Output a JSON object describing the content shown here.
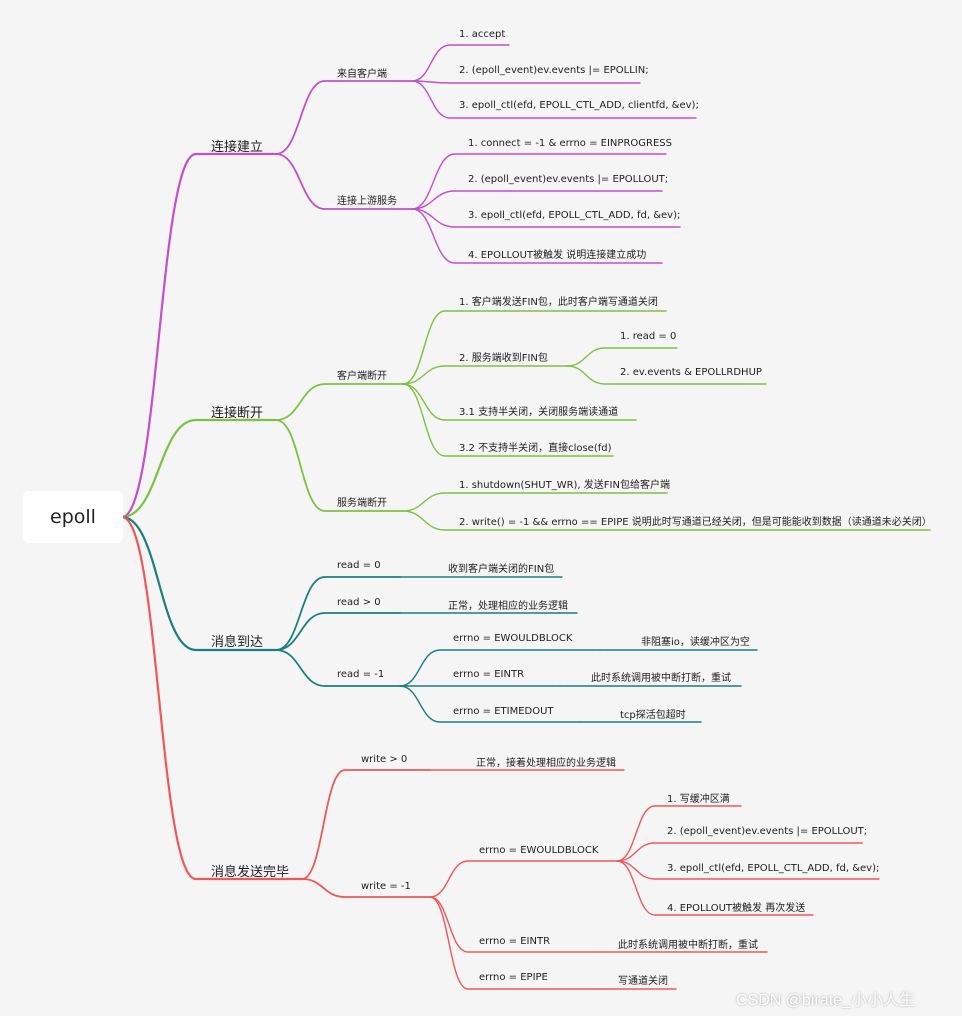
{
  "colors": {
    "background": "#f5f5f5",
    "connect_branch": "#c44fcc",
    "disconnect_branch": "#7cc242",
    "message_arrive_branch": "#1a7f7d",
    "send_complete_branch": "#f25757"
  },
  "root": {
    "label": "epoll"
  },
  "connect": {
    "label": "连接建立",
    "from_client": {
      "label": "来自客户端",
      "items": [
        "1. accept",
        "2. (epoll_event)ev.events |= EPOLLIN;",
        "3. epoll_ctl(efd, EPOLL_CTL_ADD, clientfd, &ev);"
      ]
    },
    "upstream": {
      "label": "连接上游服务",
      "items": [
        "1. connect = -1 & errno = EINPROGRESS",
        "2. (epoll_event)ev.events |= EPOLLOUT;",
        "3. epoll_ctl(efd, EPOLL_CTL_ADD, fd, &ev);",
        "4. EPOLLOUT被触发 说明连接建立成功"
      ]
    }
  },
  "disconnect": {
    "label": "连接断开",
    "client_close": {
      "label": "客户端断开",
      "items": [
        "1. 客户端发送FIN包，此时客户端写通道关闭",
        "2. 服务端收到FIN包",
        "3.1 支持半关闭，关闭服务端读通道",
        "3.2 不支持半关闭，直接close(fd)"
      ],
      "fin_sub": [
        "1. read = 0",
        "2. ev.events & EPOLLRDHUP"
      ]
    },
    "server_close": {
      "label": "服务端断开",
      "items": [
        "1. shutdown(SHUT_WR), 发送FIN包给客户端",
        "2. write() = -1 && errno == EPIPE 说明此时写通道已经关闭，但是可能能收到数据（读通道未必关闭）"
      ]
    }
  },
  "arrive": {
    "label": "消息到达",
    "read0": {
      "label": "read = 0",
      "desc": "收到客户端关闭的FIN包"
    },
    "readpos": {
      "label": "read > 0",
      "desc": "正常，处理相应的业务逻辑"
    },
    "readneg": {
      "label": "read = -1",
      "errors": [
        {
          "code": "errno = EWOULDBLOCK",
          "desc": "非阻塞io，读缓冲区为空"
        },
        {
          "code": "errno = EINTR",
          "desc": "此时系统调用被中断打断，重试"
        },
        {
          "code": "errno = ETIMEDOUT",
          "desc": "tcp探活包超时"
        }
      ]
    }
  },
  "send": {
    "label": "消息发送完毕",
    "writepos": {
      "label": "write > 0",
      "desc": "正常，接着处理相应的业务逻辑"
    },
    "writeneg": {
      "label": "write = -1",
      "wouldblock": {
        "code": "errno = EWOULDBLOCK",
        "steps": [
          "1. 写缓冲区满",
          "2. (epoll_event)ev.events |= EPOLLOUT;",
          "3. epoll_ctl(efd, EPOLL_CTL_ADD, fd, &ev);",
          "4. EPOLLOUT被触发 再次发送"
        ]
      },
      "eintr": {
        "code": "errno = EINTR",
        "desc": "此时系统调用被中断打断，重试"
      },
      "epipe": {
        "code": "errno = EPIPE",
        "desc": "写通道关闭"
      }
    }
  },
  "watermark": "CSDN @birate_小小人生"
}
